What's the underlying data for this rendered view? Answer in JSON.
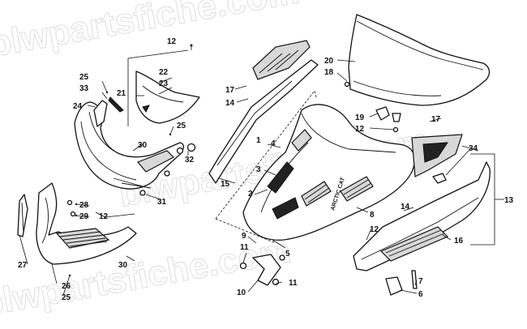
{
  "watermark": "blwpartsfiche.com",
  "brand_mark": "ARCTIC CAT",
  "callouts": {
    "c1": "1",
    "c2": "2",
    "c3": "3",
    "c4": "4",
    "c5": "5",
    "c6": "6",
    "c7": "7",
    "c8": "8",
    "c9": "9",
    "c10": "10",
    "c11a": "11",
    "c11b": "11",
    "c12a": "12",
    "c12b": "12",
    "c12c": "12",
    "c12d": "12",
    "c13": "13",
    "c14a": "14",
    "c14b": "14",
    "c15": "15",
    "c16": "16",
    "c17a": "17",
    "c17b": "17",
    "c18": "18",
    "c19": "19",
    "c20": "20",
    "c21": "21",
    "c22": "22",
    "c23": "23",
    "c24": "24",
    "c25a": "25",
    "c25b": "25",
    "c25c": "25",
    "c26": "26",
    "c27": "27",
    "c28": "28",
    "c29": "29",
    "c30a": "30",
    "c30b": "30",
    "c31": "31",
    "c32": "32",
    "c33": "33",
    "c34": "34"
  }
}
